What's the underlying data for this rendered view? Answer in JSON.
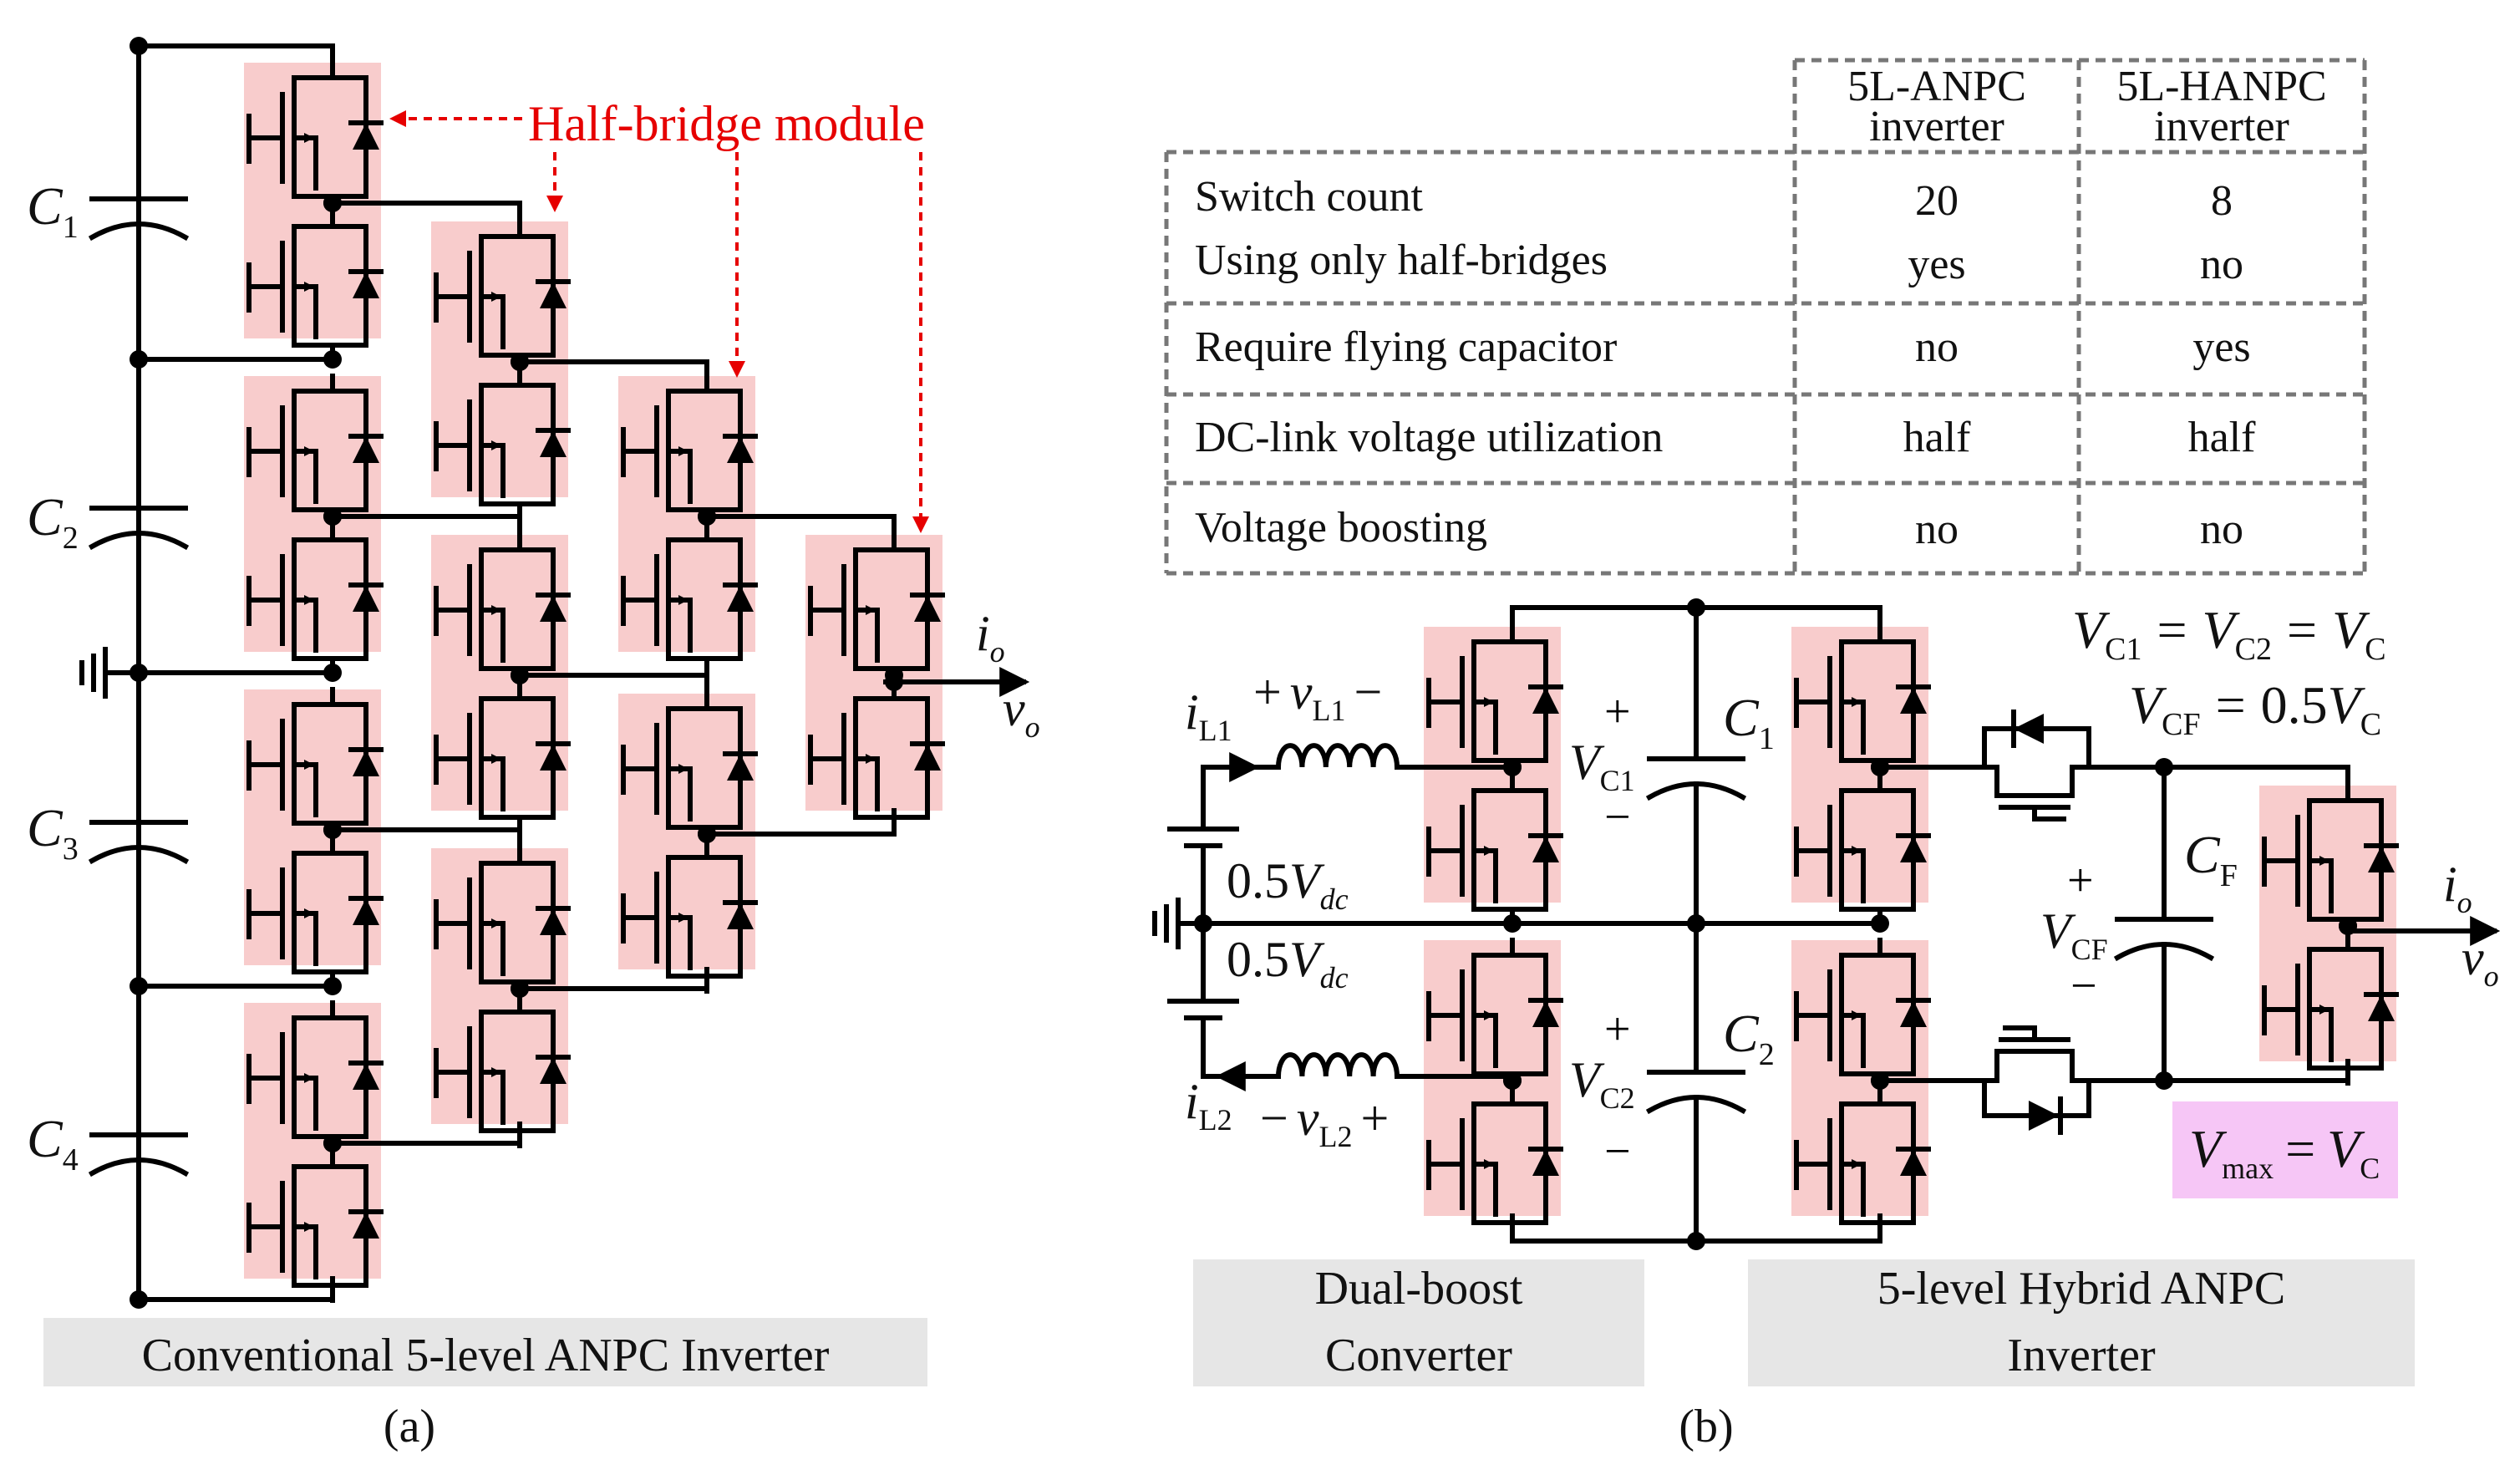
{
  "panel_a": {
    "annotation": "Half-bridge module",
    "caption": "Conventional 5-level ANPC Inverter",
    "sublabel": "(a)",
    "cap_labels": [
      {
        "letter": "C",
        "sub": "1"
      },
      {
        "letter": "C",
        "sub": "2"
      },
      {
        "letter": "C",
        "sub": "3"
      },
      {
        "letter": "C",
        "sub": "4"
      }
    ],
    "out_current": {
      "letter": "i",
      "sub": "o"
    },
    "out_voltage": {
      "letter": "v",
      "sub": "o"
    }
  },
  "table": {
    "headers": [
      {
        "line1": "5L-ANPC",
        "line2": "inverter"
      },
      {
        "line1": "5L-HANPC",
        "line2": "inverter"
      }
    ],
    "rows": [
      {
        "label": "Switch count",
        "anpc": "20",
        "hanpc": "8"
      },
      {
        "label": "Using only half-bridges",
        "anpc": "yes",
        "hanpc": "no"
      },
      {
        "label": "Require flying capacitor",
        "anpc": "no",
        "hanpc": "yes"
      },
      {
        "label": "DC-link voltage utilization",
        "anpc": "half",
        "hanpc": "half"
      },
      {
        "label": "Voltage boosting",
        "anpc": "no",
        "hanpc": "no"
      }
    ]
  },
  "panel_b": {
    "eq1": {
      "a": "V",
      "a_sub": "C1",
      "b": "V",
      "b_sub": "C2",
      "c": "V",
      "c_sub": "C"
    },
    "eq2": {
      "a": "V",
      "a_sub": "CF",
      "rhs_num": "0.5",
      "c": "V",
      "c_sub": "C"
    },
    "vmax": {
      "a": "V",
      "a_sub": "max",
      "c": "V",
      "c_sub": "C"
    },
    "src_top": {
      "num": "0.5",
      "letter": "V",
      "sub": "dc"
    },
    "src_bot": {
      "num": "0.5",
      "letter": "V",
      "sub": "dc"
    },
    "il1": {
      "letter": "i",
      "sub": "L1"
    },
    "il2": {
      "letter": "i",
      "sub": "L2"
    },
    "vl1": {
      "letter": "v",
      "sub": "L1"
    },
    "vl2": {
      "letter": "v",
      "sub": "L2"
    },
    "c1": {
      "letter": "C",
      "sub": "1"
    },
    "c2": {
      "letter": "C",
      "sub": "2"
    },
    "vc1": {
      "letter": "V",
      "sub": "C1"
    },
    "vc2": {
      "letter": "V",
      "sub": "C2"
    },
    "cf": {
      "letter": "C",
      "sub": "F"
    },
    "vcf": {
      "letter": "V",
      "sub": "CF"
    },
    "out_current": {
      "letter": "i",
      "sub": "o"
    },
    "out_voltage": {
      "letter": "v",
      "sub": "o"
    },
    "plus": "+",
    "minus": "−",
    "equals": "=",
    "caption_left": {
      "line1": "Dual-boost",
      "line2": "Converter"
    },
    "caption_right": {
      "line1": "5-level Hybrid ANPC",
      "line2": "Inverter"
    },
    "sublabel": "(b)"
  },
  "colors": {
    "module_fill": "#f8cccc",
    "annotation": "#e60000",
    "caption_bg": "#e6e6e6",
    "vmax_bg": "#f6c6f6"
  }
}
